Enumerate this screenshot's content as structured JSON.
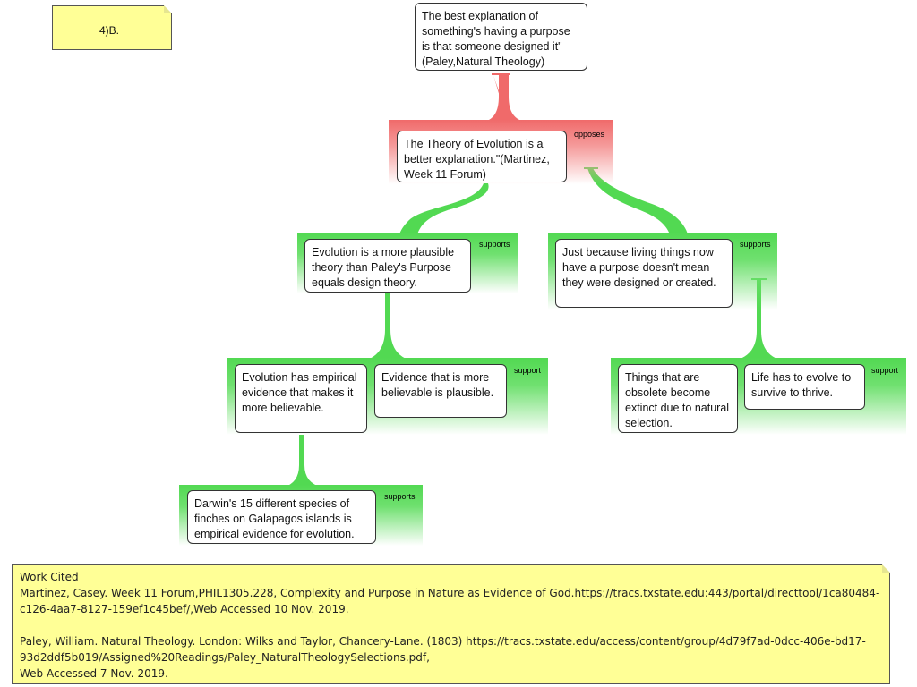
{
  "label_note": {
    "text": "4)B."
  },
  "root_claim": {
    "text": "The best explanation of something's having a purpose is that someone designed it\"(Paley,Natural Theology)"
  },
  "objection": {
    "relation": "opposes",
    "text": "The Theory of Evolution is a better explanation.\"(Martinez, Week 11 Forum)"
  },
  "reason_left": {
    "relation": "supports",
    "text": "Evolution is a more plausible theory than Paley's Purpose equals design theory."
  },
  "reason_right": {
    "relation": "supports",
    "text": "Just because living things now have a purpose doesn't mean they were designed or created."
  },
  "left_support": {
    "relation": "support",
    "premise_a": "Evolution has empirical evidence that makes it more believable.",
    "premise_b": "Evidence that is more believable is plausible."
  },
  "right_support": {
    "relation": "support",
    "premise_a": "Things that are obsolete become extinct due to natural selection.",
    "premise_b": "Life has to evolve to survive to thrive."
  },
  "evidence": {
    "relation": "supports",
    "text": "Darwin's 15 different species of finches on Galapagos islands is empirical evidence for evolution."
  },
  "works_cited": {
    "text": "Work Cited\nMartinez, Casey. Week 11 Forum,PHIL1305.228, Complexity and Purpose in Nature as Evidence of God.https://tracs.txstate.edu:443/portal/directtool/1ca80484-c126-4aa7-8127-159ef1c45bef/,Web Accessed 10 Nov. 2019.\n\nPaley, William. Natural Theology. London: Wilks and Taylor, Chancery-Lane. (1803) https://tracs.txstate.edu/access/content/group/4d79f7ad-0dcc-406e-bd17-93d2ddf5b019/Assigned%20Readings/Paley_NaturalTheologySelections.pdf,\nWeb Accessed 7 Nov. 2019."
  },
  "colors": {
    "support": "#52d952",
    "oppose": "#f06a6a",
    "note": "#ffff96"
  }
}
